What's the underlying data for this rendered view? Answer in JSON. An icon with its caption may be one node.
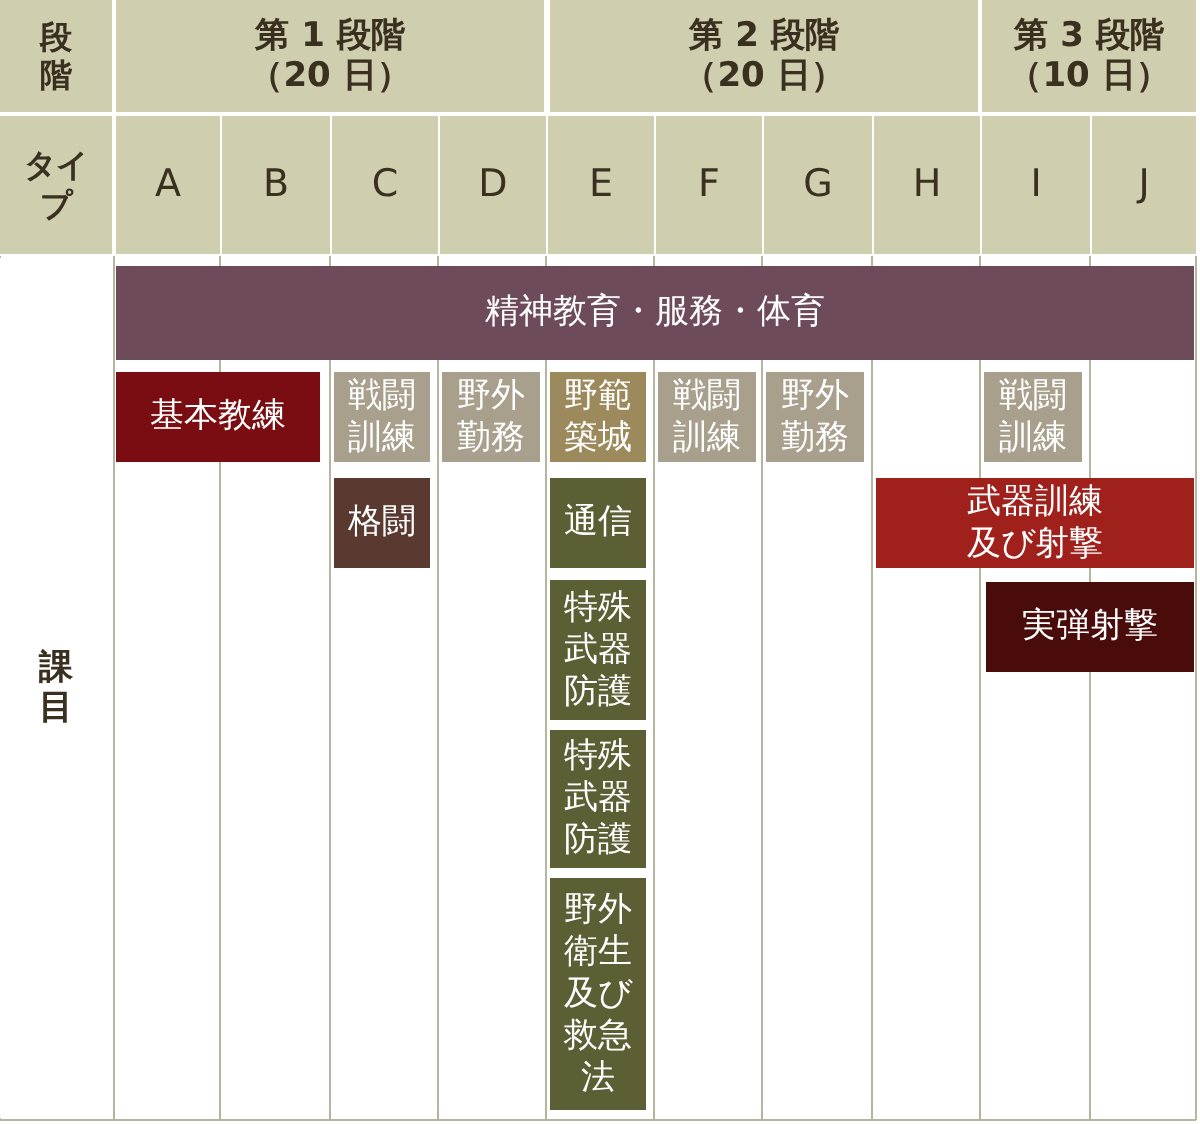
{
  "diagram": {
    "nodes": [
      {
        "text": [
          "精神教育・服務・体育"
        ]
      },
      {
        "text": [
          "基本教練"
        ]
      },
      {
        "text": [
          "戦闘訓練"
        ]
      },
      {
        "text": [
          "野外勤務"
        ]
      },
      {
        "text": [
          "野範築城"
        ]
      },
      {
        "text": [
          "戦闘訓練"
        ]
      },
      {
        "text": [
          "野外勤務"
        ]
      },
      {
        "text": [
          "戦闘訓練"
        ]
      },
      {
        "text": [
          "格闘"
        ]
      },
      {
        "text": [
          "通信"
        ]
      },
      {
        "text": [
          "武器訓練及び射撃"
        ]
      },
      {
        "text": [
          "特殊武器防護"
        ]
      },
      {
        "text": [
          "実弾射撃"
        ]
      },
      {
        "text": [
          "特殊武器防護"
        ]
      },
      {
        "text": [
          "野外衛生及び救急法"
        ]
      }
    ],
    "labels": [
      "段階",
      "第 1 段階（20 日）",
      "第 2 段階（20 日）",
      "第 3 段階（10 日）",
      "タイプ",
      "A",
      "B",
      "C",
      "D",
      "E",
      "F",
      "G",
      "H",
      "I",
      "J",
      "課目"
    ]
  }
}
